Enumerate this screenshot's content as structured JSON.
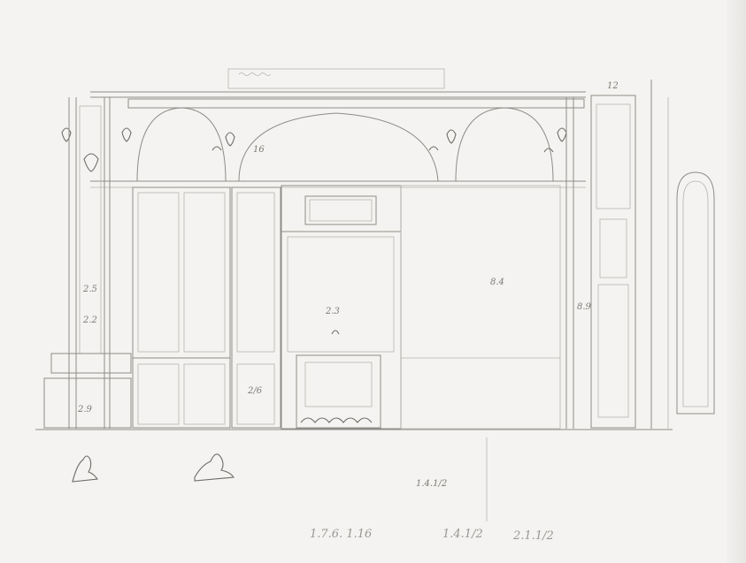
{
  "dimension_labels": {
    "top_right": "12",
    "upper_frieze": "16",
    "center_cabinet_width": "2.3",
    "right_panel_height": "8.4",
    "right_pier_height": "8.9",
    "left_pier_a": "2.5",
    "left_pier_b": "2.2",
    "left_base": "2.9",
    "cabinet_lower": "2/6",
    "inscription_mid": "1.4.1/2"
  },
  "inscription": {
    "part1": "1.7.6. 1.16",
    "part2": "1.4.1/2",
    "part3": "2.1.1/2"
  },
  "colors": {
    "paper": "#f4f3f1",
    "pencil": "#8f8c88"
  }
}
